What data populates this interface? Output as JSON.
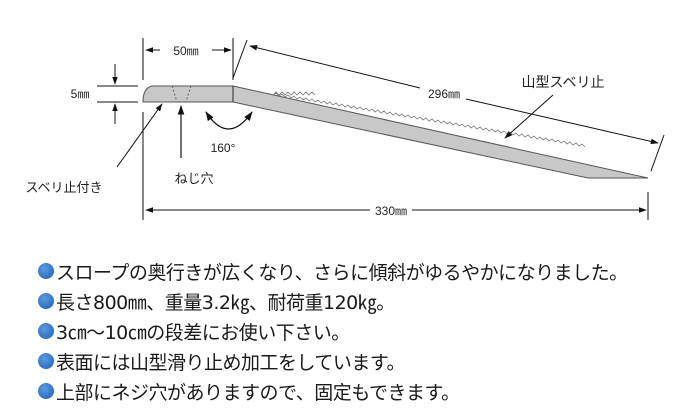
{
  "diagram": {
    "dimensions": {
      "plate_length": "50㎜",
      "thickness": "5㎜",
      "slope_length": "296㎜",
      "total_length": "330㎜",
      "angle": "160°"
    },
    "callouts": {
      "anti_slip_edge": "スベリ止付き",
      "screw_hole": "ねじ穴",
      "ridge_anti_slip": "山型スベリ止"
    },
    "colors": {
      "ramp_fill": "#c8c8c8",
      "line": "#222222",
      "bullet": "#3a7fd0"
    }
  },
  "features": [
    {
      "text": "スロープの奥行きが広くなり、さらに傾斜がゆるやかになりました。"
    },
    {
      "text": "長さ800㎜、重量3.2㎏、耐荷重120㎏。"
    },
    {
      "text": "3㎝～10㎝の段差にお使い下さい。"
    },
    {
      "text": "表面には山型滑り止め加工をしています。"
    },
    {
      "text": "上部にネジ穴がありますので、固定もできます。"
    }
  ]
}
